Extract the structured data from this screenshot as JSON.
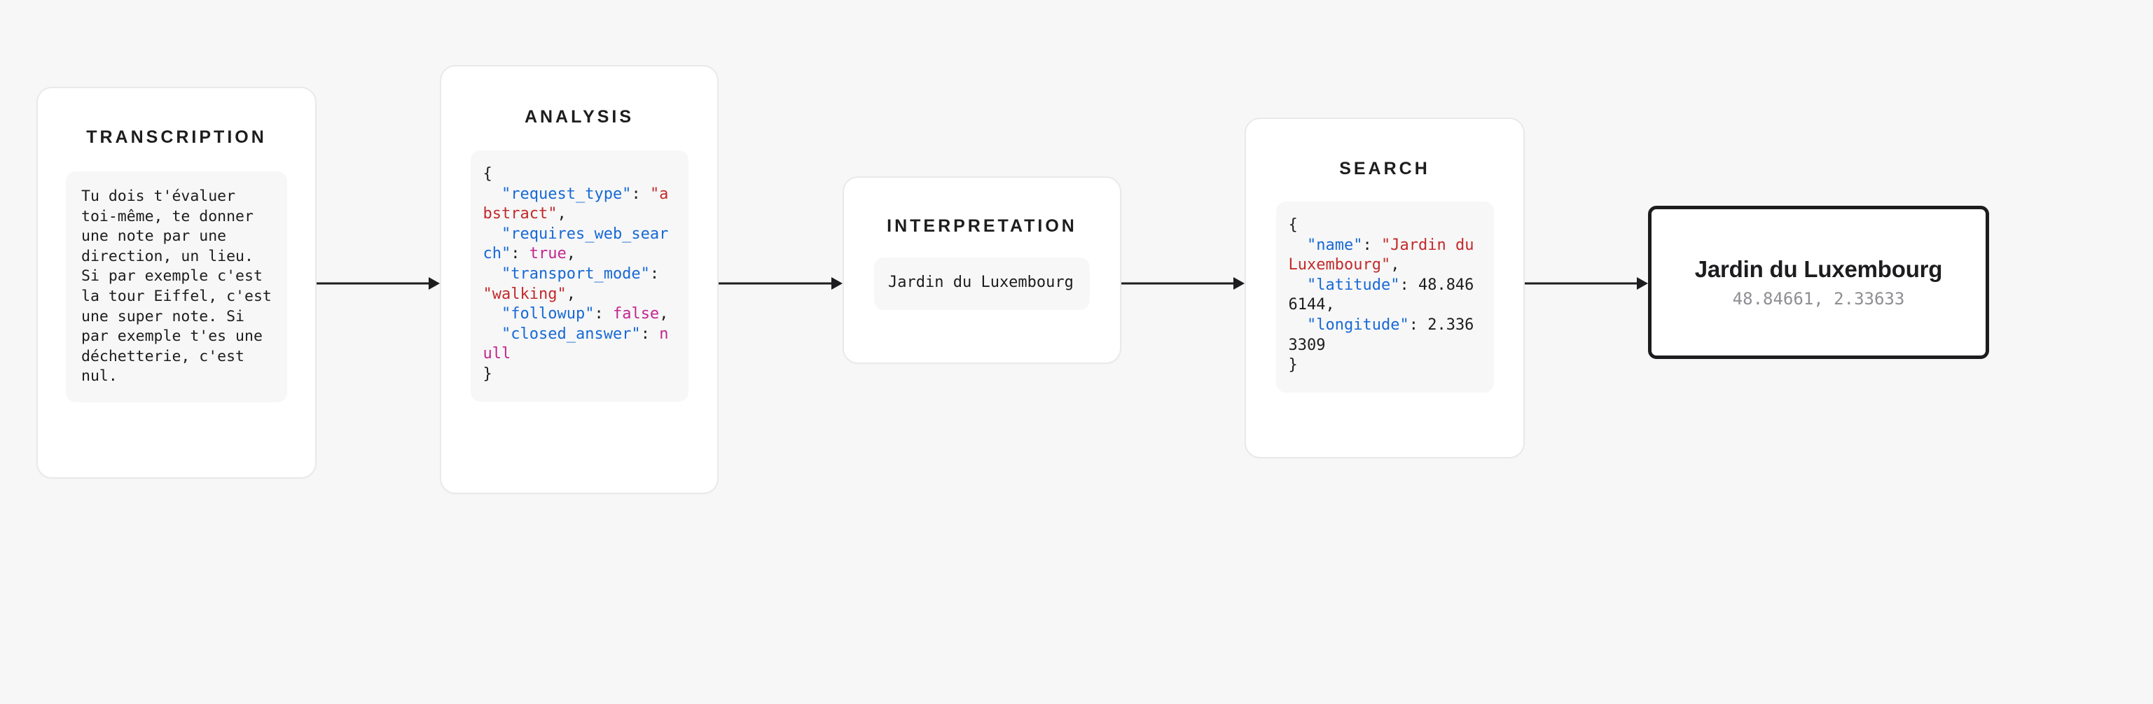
{
  "canvas": {
    "background_color": "#f7f7f7",
    "accent_border_color": "#1d1d1f"
  },
  "pipeline": {
    "stages": [
      {
        "id": "transcription",
        "title": "TRANSCRIPTION",
        "body_text": "Tu dois t'évaluer toi-même, te donner une note par une direction, un lieu. Si par exemple c'est la tour Eiffel, c'est une super note. Si par exemple t'es une déchetterie, c'est nul."
      },
      {
        "id": "analysis",
        "title": "ANALYSIS",
        "json": {
          "request_type": "abstract",
          "requires_web_search": true,
          "transport_mode": "walking",
          "followup": false,
          "closed_answer": null
        }
      },
      {
        "id": "interpretation",
        "title": "INTERPRETATION",
        "body_text": "Jardin du Luxembourg"
      },
      {
        "id": "search",
        "title": "SEARCH",
        "json": {
          "name": "Jardin du Luxembourg",
          "latitude": 48.8466144,
          "longitude": 2.3363309
        }
      }
    ],
    "arrows": [
      {
        "id": "arrow-1",
        "from": "transcription",
        "to": "analysis",
        "icon": "arrow-right-icon"
      },
      {
        "id": "arrow-2",
        "from": "analysis",
        "to": "interpretation",
        "icon": "arrow-right-icon"
      },
      {
        "id": "arrow-3",
        "from": "interpretation",
        "to": "search",
        "icon": "arrow-right-icon"
      },
      {
        "id": "arrow-4",
        "from": "search",
        "to": "result",
        "icon": "arrow-right-icon"
      }
    ]
  },
  "result": {
    "name": "Jardin du Luxembourg",
    "coordinates": "48.84661, 2.33633",
    "latitude": "48.84661",
    "longitude": "2.33633"
  },
  "syntax_colors": {
    "key": "#1769d6",
    "string": "#c32a2a",
    "literal": "#c2268f",
    "number": "#1d1d1f",
    "punctuation": "#1d1d1f"
  }
}
